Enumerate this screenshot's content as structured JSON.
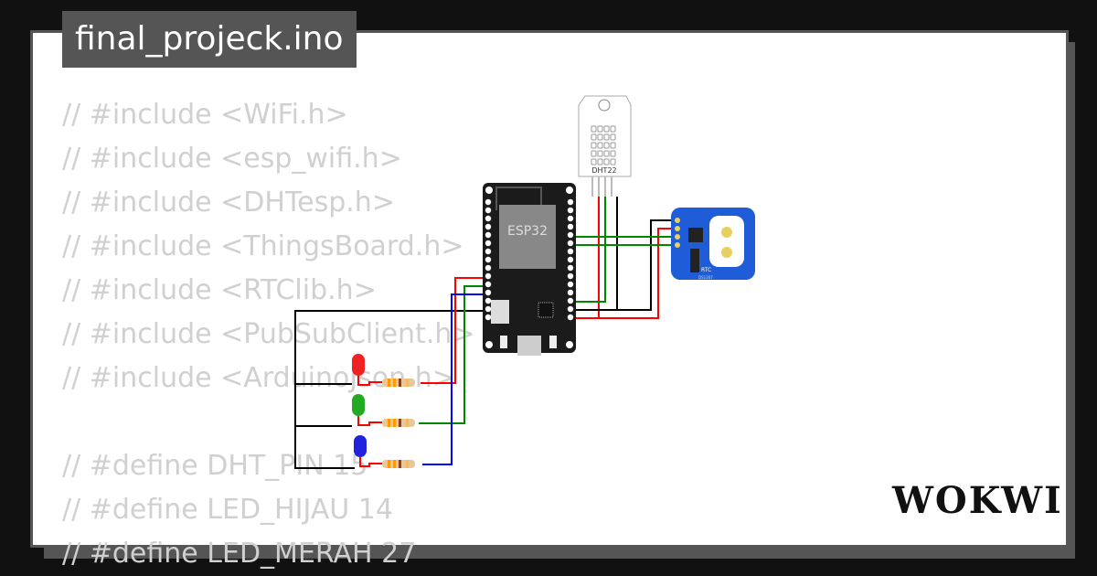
{
  "title": "final_projeck.ino",
  "code_lines": [
    "// #include <WiFi.h>",
    "// #include <esp_wifi.h>",
    "// #include <DHTesp.h>",
    "// #include <ThingsBoard.h>",
    "// #include <RTClib.h>",
    "// #include <PubSubClient.h>",
    "// #include <ArduinoJson.h>",
    "",
    "// #define DHT_PIN 15",
    "// #define LED_HIJAU 14",
    "// #define LED_MERAH 27"
  ],
  "components": {
    "esp32_label": "ESP32",
    "dht_label": "DHT22",
    "rtc_label": "RTC",
    "rtc_model": "DS1307"
  },
  "logo": "WOKWI",
  "colors": {
    "background": "#111111",
    "frame": "#555555",
    "code_text": "#d0d0d0",
    "wire_red": "#ff0000",
    "wire_green": "#008000",
    "wire_blue": "#0000ff",
    "rtc_board": "#1e5cd8"
  }
}
